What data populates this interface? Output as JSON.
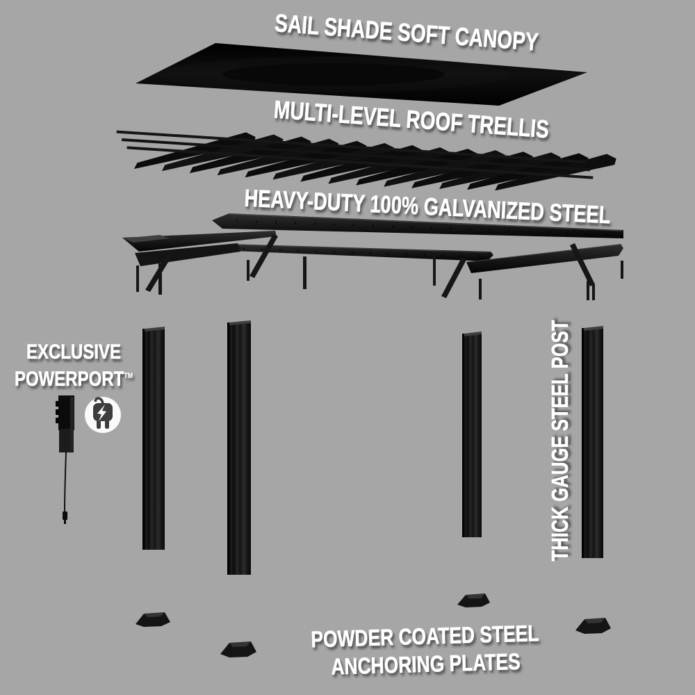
{
  "scene": {
    "description": "Exploded product diagram of a steel pergola kit on a gray background",
    "background_color": "#a6a6a6",
    "part_color": "#0d0d0d",
    "label_color": "#ffffff"
  },
  "callouts": {
    "canopy": {
      "label": "SAIL SHADE SOFT CANOPY"
    },
    "trellis": {
      "label": "MULTI-LEVEL ROOF TRELLIS"
    },
    "frame": {
      "label": "HEAVY-DUTY 100% GALVANIZED STEEL"
    },
    "powerport": {
      "line1": "EXCLUSIVE",
      "line2": "POWERPORT",
      "trademark": "TM"
    },
    "post": {
      "label": "THICK GAUGE STEEL POST"
    },
    "anchors": {
      "line1": "POWDER COATED STEEL",
      "line2": "ANCHORING PLATES"
    }
  },
  "components": {
    "posts_count": 4,
    "anchor_plates_count": 4,
    "trellis_blades_count": 14,
    "powerport_icon": "power-plug-lightning-bolt-icon"
  }
}
